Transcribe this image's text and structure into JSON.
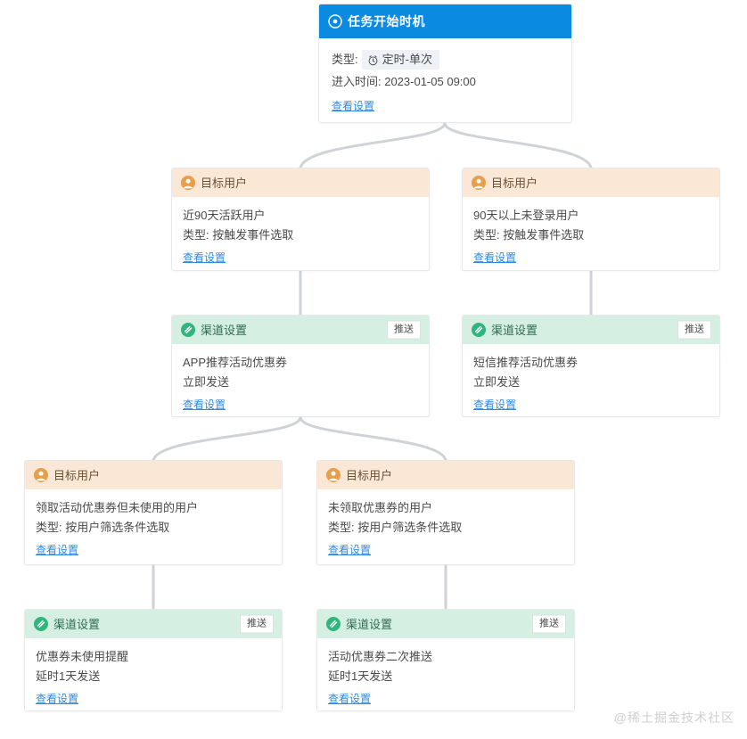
{
  "watermark": "@稀土掘金技术社区",
  "colors": {
    "start_header": "#0b8ae2",
    "target_header": "#fae7d6",
    "channel_header": "#d5f0e3",
    "link": "#2f8ae0",
    "edge": "#cfd2d6"
  },
  "nodes": {
    "start": {
      "icon": "clock-circle-icon",
      "title": "任务开始时机",
      "type_label": "类型:",
      "type_icon": "alarm-clock-icon",
      "type_value": "定时-单次",
      "enter_time": "进入时间: 2023-01-05 09:00",
      "link": "查看设置"
    },
    "target_a": {
      "icon": "user-circle-icon",
      "title": "目标用户",
      "line1": "近90天活跃用户",
      "line2": "类型: 按触发事件选取",
      "link": "查看设置"
    },
    "target_b": {
      "icon": "user-circle-icon",
      "title": "目标用户",
      "line1": "90天以上未登录用户",
      "line2": "类型: 按触发事件选取",
      "link": "查看设置"
    },
    "channel_a": {
      "icon": "channel-icon",
      "title": "渠道设置",
      "badge": "推送",
      "line1": "APP推荐活动优惠券",
      "line2": "立即发送",
      "link": "查看设置"
    },
    "channel_b": {
      "icon": "channel-icon",
      "title": "渠道设置",
      "badge": "推送",
      "line1": "短信推荐活动优惠券",
      "line2": "立即发送",
      "link": "查看设置"
    },
    "target_c": {
      "icon": "user-circle-icon",
      "title": "目标用户",
      "line1": "领取活动优惠券但未使用的用户",
      "line2": "类型: 按用户筛选条件选取",
      "link": "查看设置"
    },
    "target_d": {
      "icon": "user-circle-icon",
      "title": "目标用户",
      "line1": "未领取优惠券的用户",
      "line2": "类型: 按用户筛选条件选取",
      "link": "查看设置"
    },
    "channel_c": {
      "icon": "channel-icon",
      "title": "渠道设置",
      "badge": "推送",
      "line1": "优惠券未使用提醒",
      "line2": "延时1天发送",
      "link": "查看设置"
    },
    "channel_d": {
      "icon": "channel-icon",
      "title": "渠道设置",
      "badge": "推送",
      "line1": "活动优惠券二次推送",
      "line2": "延时1天发送",
      "link": "查看设置"
    }
  }
}
